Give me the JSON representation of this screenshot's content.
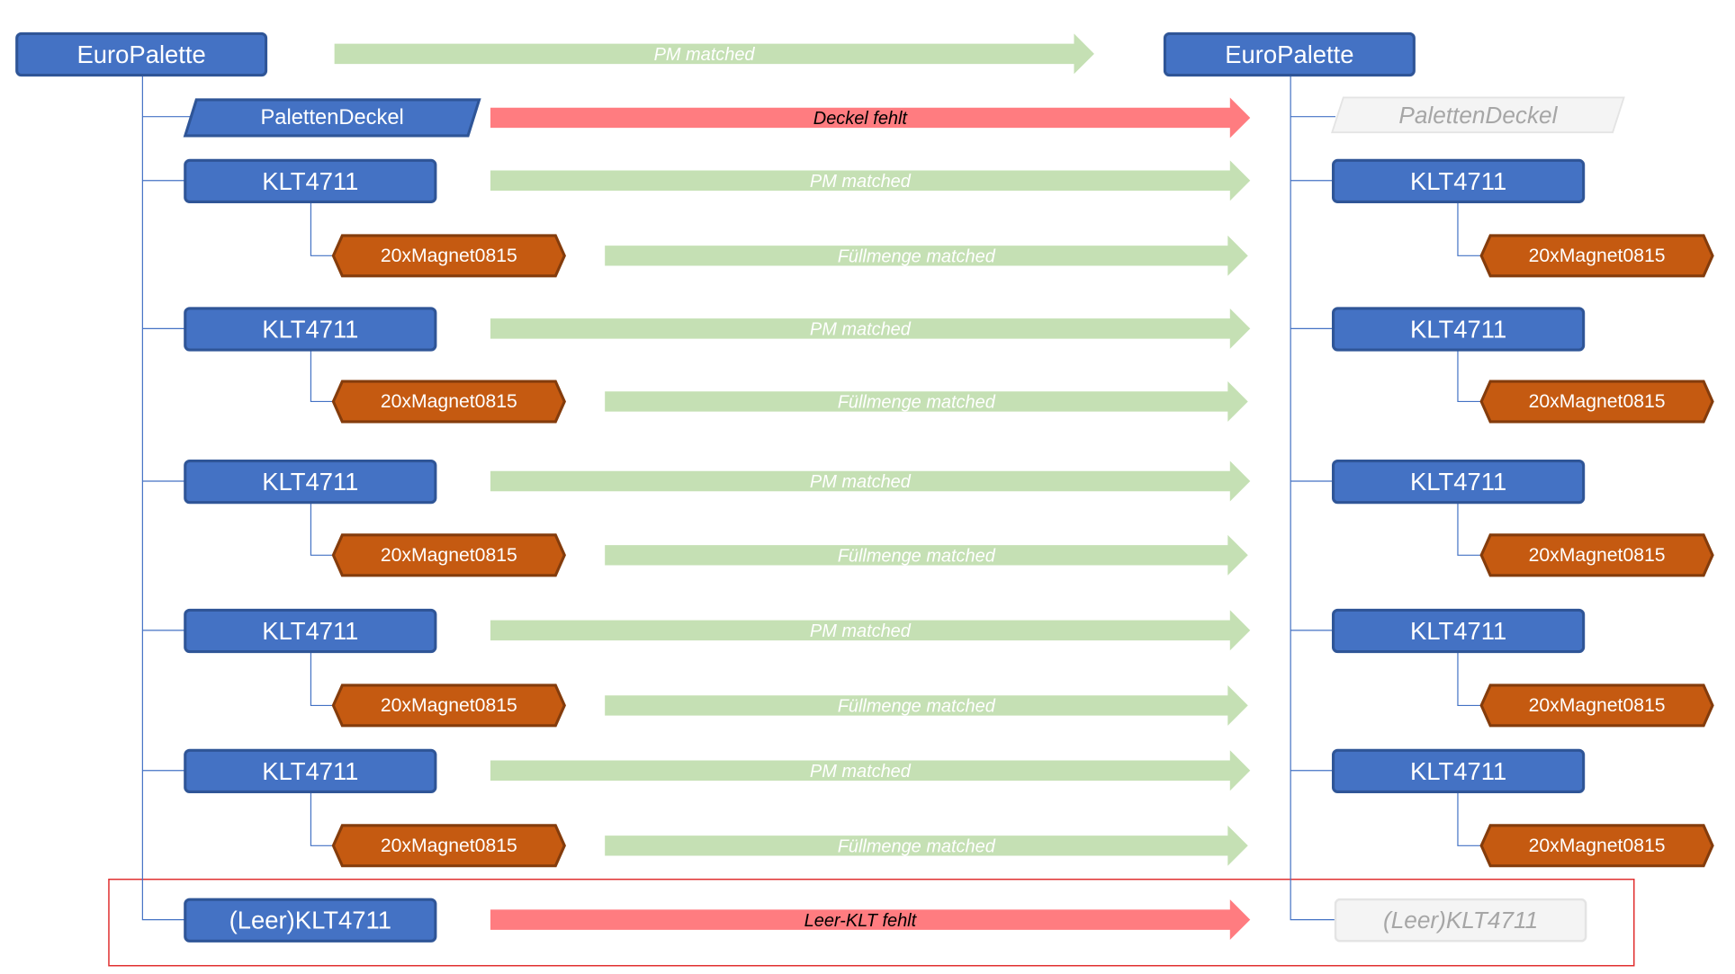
{
  "colors": {
    "node_blue": "#4472c4",
    "node_blue_border": "#2f5597",
    "node_orange": "#c55a11",
    "node_orange_border": "#843c0c",
    "arrow_match": "#c5e0b4",
    "arrow_missing": "#ff7c80",
    "ghost_fill": "#f4f4f4",
    "ghost_border": "#e4e4e4",
    "ghost_text": "#a6a6a6",
    "connector": "#4472c4",
    "highlight_box": "#e03030"
  },
  "left_tree": {
    "root": {
      "label": "EuroPalette"
    },
    "lid": {
      "label": "PalettenDeckel"
    },
    "containers": [
      {
        "label": "KLT4711",
        "content": "20xMagnet0815"
      },
      {
        "label": "KLT4711",
        "content": "20xMagnet0815"
      },
      {
        "label": "KLT4711",
        "content": "20xMagnet0815"
      },
      {
        "label": "KLT4711",
        "content": "20xMagnet0815"
      },
      {
        "label": "KLT4711",
        "content": "20xMagnet0815"
      }
    ],
    "empty_container": {
      "label": "(Leer)KLT4711"
    }
  },
  "right_tree": {
    "root": {
      "label": "EuroPalette"
    },
    "lid": {
      "label": "PalettenDeckel",
      "missing": true
    },
    "containers": [
      {
        "label": "KLT4711",
        "content": "20xMagnet0815"
      },
      {
        "label": "KLT4711",
        "content": "20xMagnet0815"
      },
      {
        "label": "KLT4711",
        "content": "20xMagnet0815"
      },
      {
        "label": "KLT4711",
        "content": "20xMagnet0815"
      },
      {
        "label": "KLT4711",
        "content": "20xMagnet0815"
      }
    ],
    "empty_container": {
      "label": "(Leer)KLT4711",
      "missing": true
    }
  },
  "arrows": {
    "root": {
      "label": "PM matched",
      "status": "match"
    },
    "lid": {
      "label": "Deckel fehlt",
      "status": "missing"
    },
    "containers": [
      {
        "label": "PM matched",
        "content_label": "Füllmenge matched"
      },
      {
        "label": "PM matched",
        "content_label": "Füllmenge matched"
      },
      {
        "label": "PM matched",
        "content_label": "Füllmenge matched"
      },
      {
        "label": "PM matched",
        "content_label": "Füllmenge matched"
      },
      {
        "label": "PM matched",
        "content_label": "Füllmenge matched"
      }
    ],
    "empty_container": {
      "label": "Leer-KLT fehlt",
      "status": "missing"
    }
  }
}
